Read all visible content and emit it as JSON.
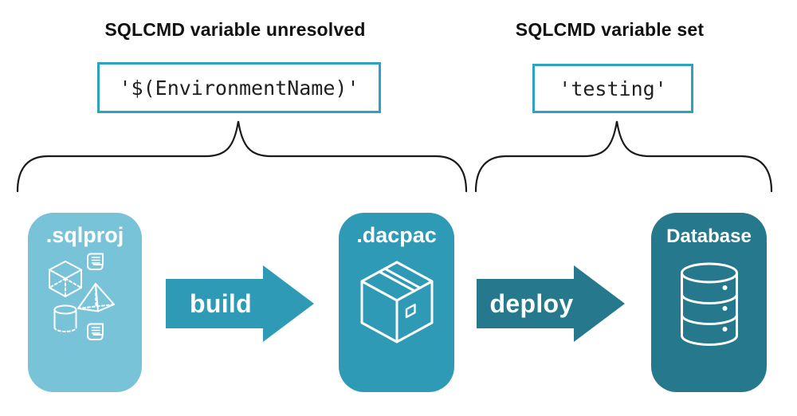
{
  "annotations": {
    "unresolved": {
      "heading": "SQLCMD variable unresolved",
      "code": "'$(EnvironmentName)'"
    },
    "resolved": {
      "heading": "SQLCMD variable set",
      "code": "'testing'"
    }
  },
  "pipeline": {
    "stages": [
      {
        "label": ".sqlproj",
        "color": "#79C3D8",
        "icons": [
          "cube-icon",
          "script-icon",
          "pyramid-icon",
          "cylinder-icon",
          "script-icon"
        ]
      },
      {
        "label": ".dacpac",
        "color": "#2F9AB5",
        "icons": [
          "package-icon"
        ]
      },
      {
        "label": "Database",
        "color": "#26798D",
        "icons": [
          "database-icon"
        ]
      }
    ],
    "arrows": [
      {
        "label": "build",
        "color": "#2F9AB5"
      },
      {
        "label": "deploy",
        "color": "#26798D"
      }
    ]
  },
  "colors": {
    "background": "#FFFFFF",
    "code_box_border": "#2FA2C1",
    "heading_text": "#111111",
    "code_text": "#1F1F1F",
    "brace": "#1A1A1A",
    "card_text": "#FFFFFF"
  }
}
